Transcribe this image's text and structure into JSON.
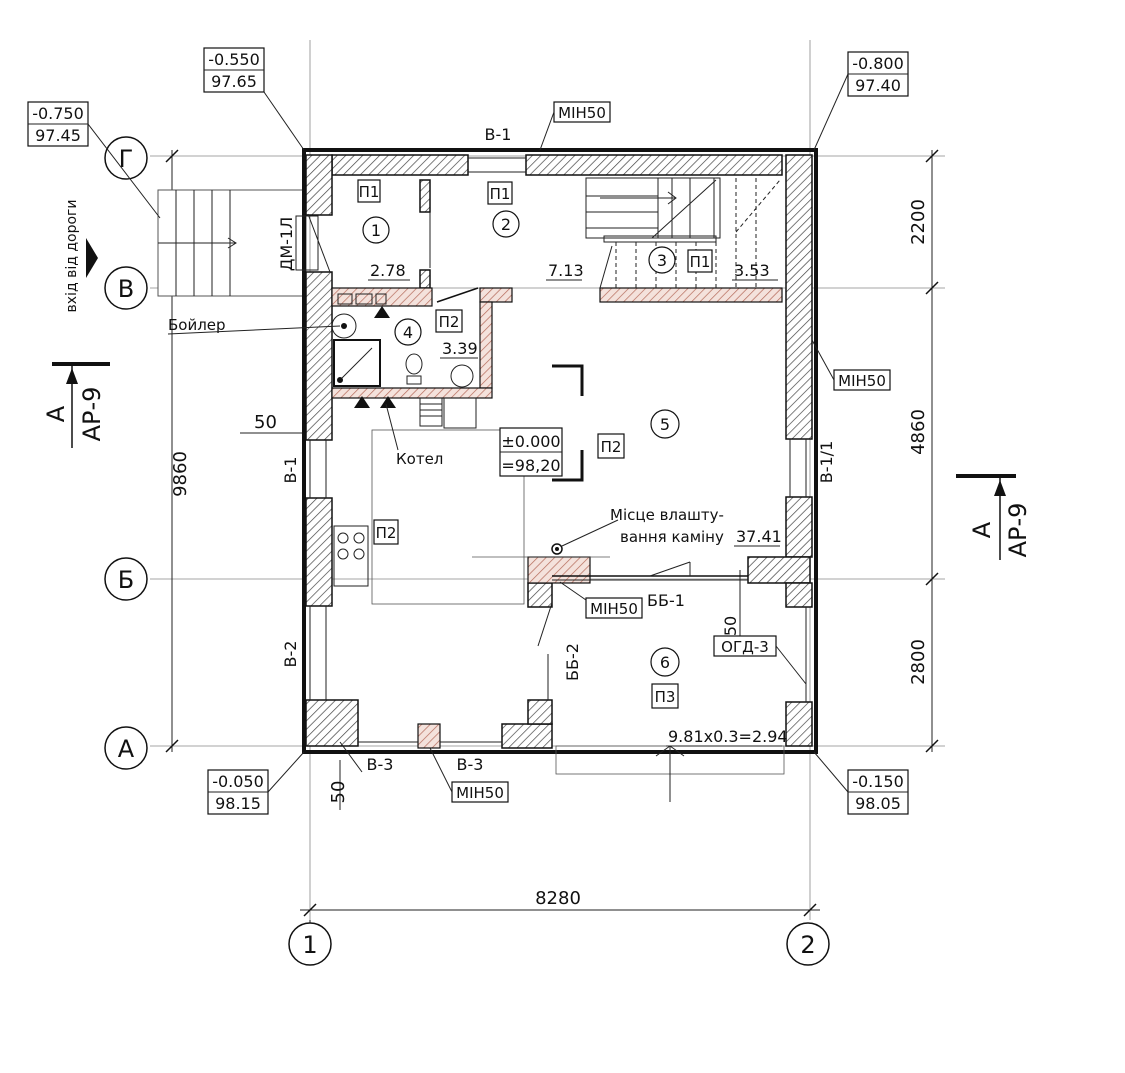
{
  "elevations": {
    "nw_top": "-0.550",
    "nw_bottom": "97.65",
    "ne_top": "-0.800",
    "ne_bottom": "97.40",
    "stair_top": "-0.750",
    "stair_bottom": "97.45",
    "sw_top": "-0.050",
    "sw_bottom": "98.15",
    "se_top": "-0.150",
    "se_bottom": "98.05",
    "center_top": "±0.000",
    "center_bottom": "=98,20"
  },
  "axes": {
    "g": "Г",
    "v": "В",
    "b": "Б",
    "a": "А",
    "one": "1",
    "two": "2"
  },
  "dimensions": {
    "total_height": "9860",
    "total_width": "8280",
    "right_top": "2200",
    "right_mid": "4860",
    "right_bottom": "2800",
    "offset_left": "50",
    "offset_bottom": "50",
    "offset_ogd": "50"
  },
  "rooms": [
    {
      "num": "1",
      "area": "2.78"
    },
    {
      "num": "2",
      "area": "7.13"
    },
    {
      "num": "3",
      "area": "3.53"
    },
    {
      "num": "4",
      "area": "3.39"
    },
    {
      "num": "5",
      "area": "37.41"
    },
    {
      "num": "6",
      "area": "9.81x0.3=2.94"
    }
  ],
  "floor_types": {
    "p1": "П1",
    "p2": "П2",
    "p3": "П3"
  },
  "labels": {
    "window_v1": "В-1",
    "window_v1_1": "В-1/1",
    "window_v2": "В-2",
    "window_v3": "В-3",
    "door_dm": "ДМ-1Л",
    "door_bb1": "ББ-1",
    "door_bb2": "ББ-2",
    "fence_ogd": "ОГД-3",
    "min50": "МІН50",
    "boiler": "Бойлер",
    "kotel": "Котел",
    "fireplace_1": "Місце влашту-",
    "fireplace_2": "вання каміну",
    "entrance": "вхід від дороги"
  },
  "section": {
    "letter": "А",
    "sheet": "АР-9"
  }
}
